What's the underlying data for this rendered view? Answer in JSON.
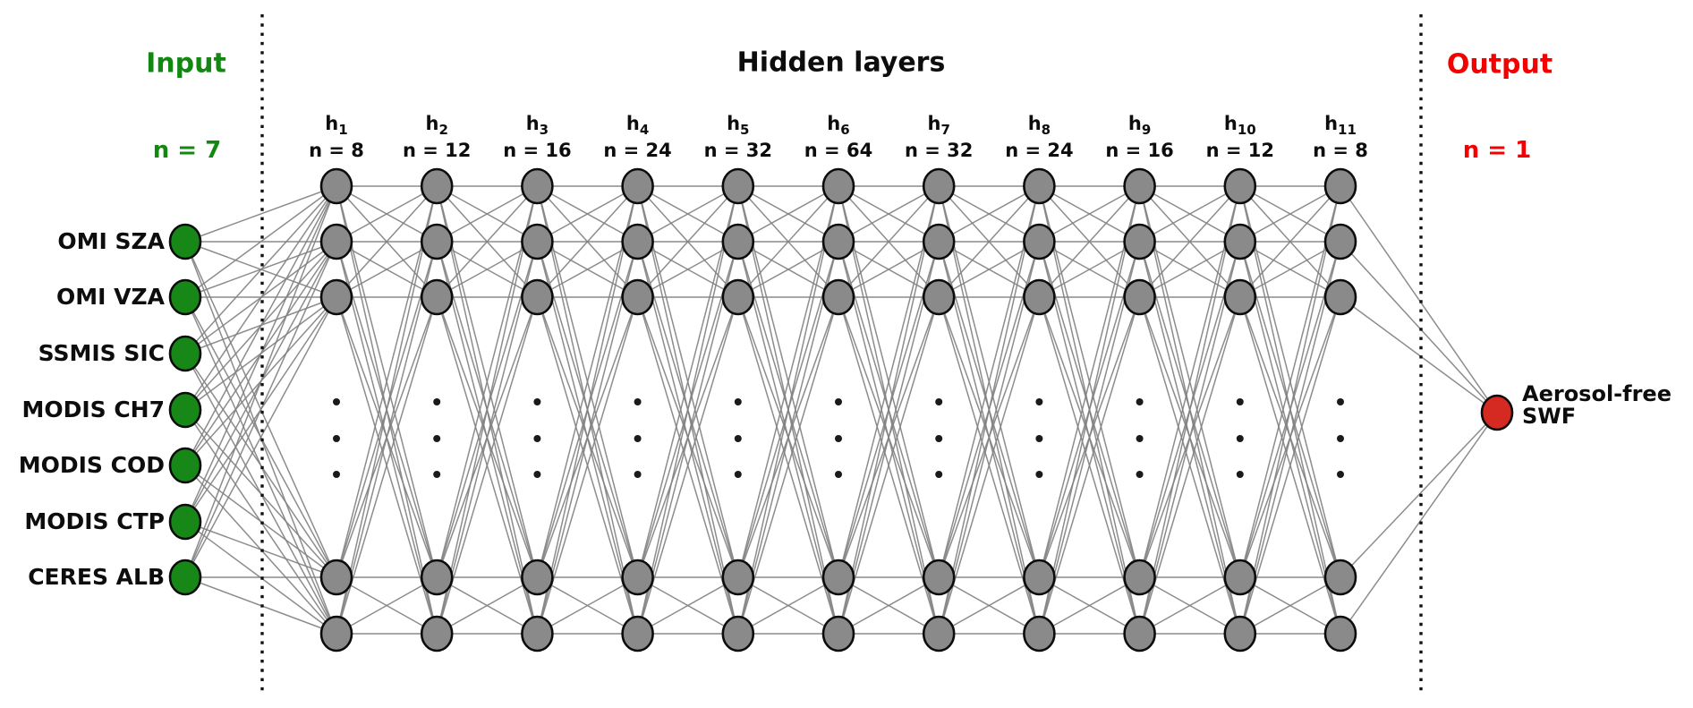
{
  "input": {
    "title": "Input",
    "n_label": "n = 7",
    "text_color": "#128712",
    "node_color": "#178717",
    "node_labels": [
      "OMI SZA",
      "OMI VZA",
      "SSMIS SIC",
      "MODIS CH7",
      "MODIS COD",
      "MODIS CTP",
      "CERES ALB"
    ]
  },
  "hidden": {
    "title": "Hidden layers",
    "node_color": "#8a8a8a",
    "layers": [
      {
        "name": "h",
        "sub": "1",
        "n_label": "n = 8"
      },
      {
        "name": "h",
        "sub": "2",
        "n_label": "n = 12"
      },
      {
        "name": "h",
        "sub": "3",
        "n_label": "n = 16"
      },
      {
        "name": "h",
        "sub": "4",
        "n_label": "n = 24"
      },
      {
        "name": "h",
        "sub": "5",
        "n_label": "n = 32"
      },
      {
        "name": "h",
        "sub": "6",
        "n_label": "n = 64"
      },
      {
        "name": "h",
        "sub": "7",
        "n_label": "n = 32"
      },
      {
        "name": "h",
        "sub": "8",
        "n_label": "n = 24"
      },
      {
        "name": "h",
        "sub": "9",
        "n_label": "n = 16"
      },
      {
        "name": "h",
        "sub": "10",
        "n_label": "n = 12"
      },
      {
        "name": "h",
        "sub": "11",
        "n_label": "n = 8"
      }
    ]
  },
  "output": {
    "title": "Output",
    "n_label": "n = 1",
    "text_color": "#f40000",
    "node_color": "#d42a22",
    "node_label_line1": "Aerosol-free",
    "node_label_line2": "SWF"
  }
}
